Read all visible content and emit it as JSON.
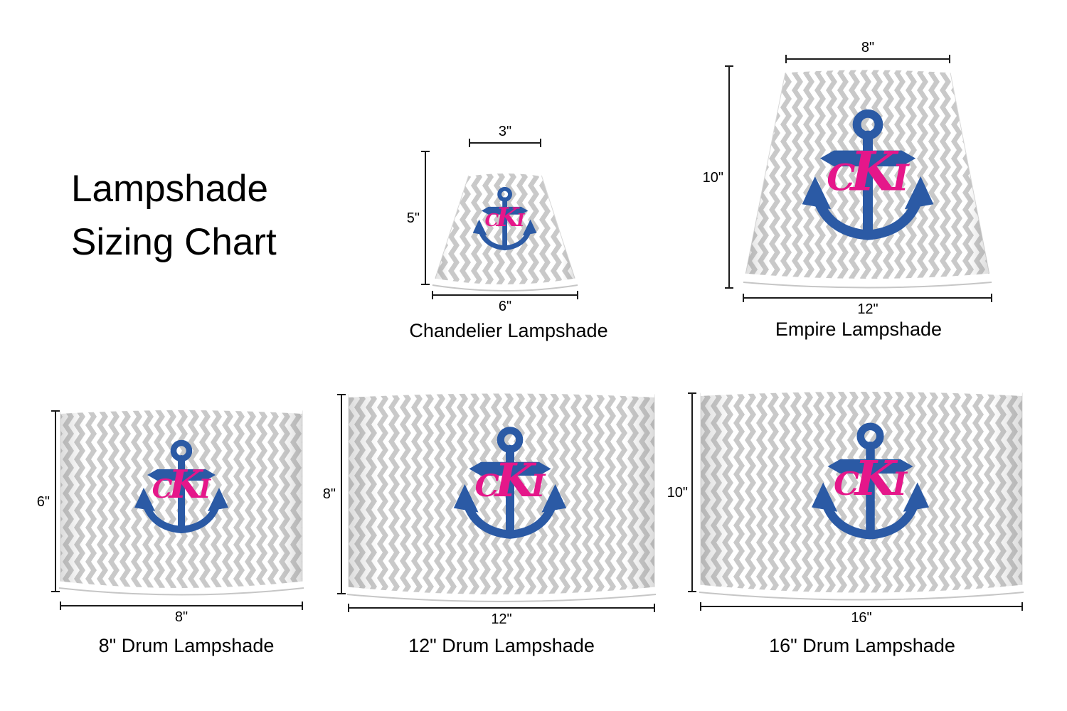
{
  "title": {
    "line1": "Lampshade",
    "line2": "Sizing Chart"
  },
  "monogram": {
    "first": "C",
    "middle": "K",
    "last": "I"
  },
  "colors": {
    "anchor_navy": "#2b5aa5",
    "monogram_pink": "#e5178a",
    "chevron_gray": "#c9c9c9",
    "trim_white": "#ffffff",
    "dimension_lines": "#1b1b1b"
  },
  "lampshades": [
    {
      "name": "Chandelier Lampshade",
      "shape": "tapered",
      "top_diameter": "3\"",
      "height": "5\"",
      "bottom_diameter": "6\""
    },
    {
      "name": "Empire Lampshade",
      "shape": "tapered",
      "top_diameter": "8\"",
      "height": "10\"",
      "bottom_diameter": "12\""
    },
    {
      "name": "8\" Drum Lampshade",
      "shape": "drum",
      "height": "6\"",
      "diameter": "8\""
    },
    {
      "name": "12\" Drum Lampshade",
      "shape": "drum",
      "height": "8\"",
      "diameter": "12\""
    },
    {
      "name": "16\" Drum Lampshade",
      "shape": "drum",
      "height": "10\"",
      "diameter": "16\""
    }
  ]
}
